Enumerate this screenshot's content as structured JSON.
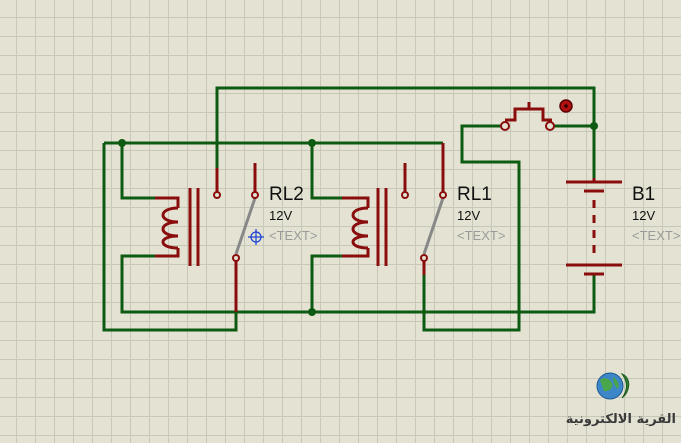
{
  "components": {
    "rl2": {
      "name": "RL2",
      "value": "12V",
      "text": "<TEXT>"
    },
    "rl1": {
      "name": "RL1",
      "value": "12V",
      "text": "<TEXT>"
    },
    "b1": {
      "name": "B1",
      "value": "12V",
      "text": "<TEXT>"
    }
  },
  "watermark": {
    "text": "القرية الالكترونية"
  },
  "colors": {
    "wire": "#0d5a12",
    "pin": "#8a0d0d",
    "switch": "#888888",
    "grid": "#c8c8b8",
    "background": "#e4e3d3"
  }
}
